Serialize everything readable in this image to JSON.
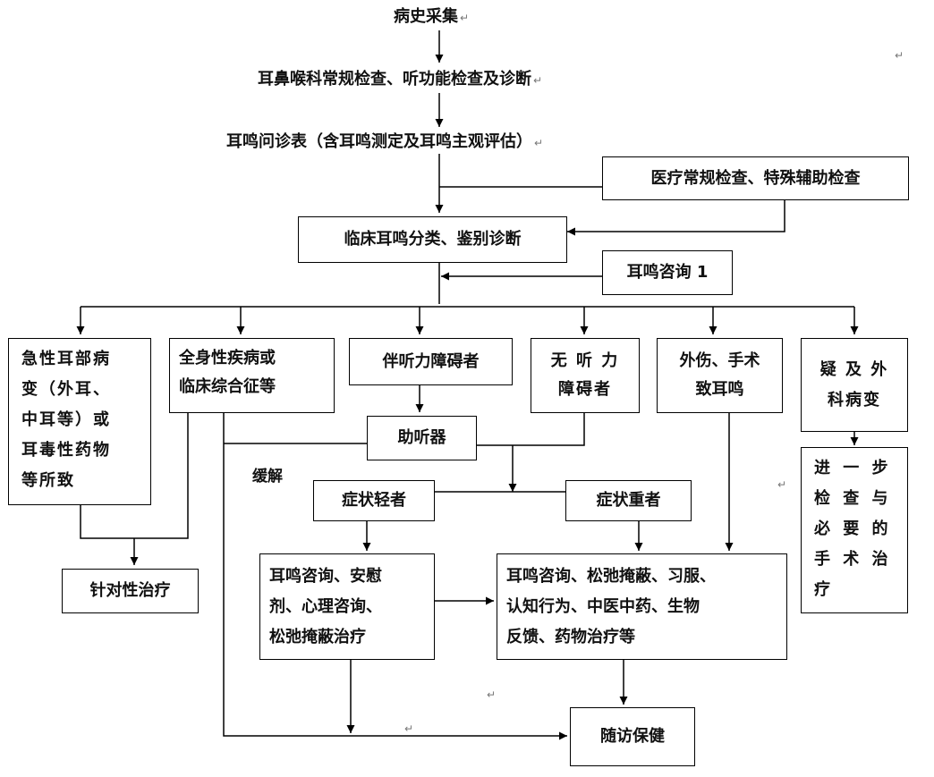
{
  "steps": {
    "history": "病史采集",
    "exam": "耳鼻喉科常规检查、听功能检查及诊断",
    "questionnaire": "耳鸣问诊表（含耳鸣测定及耳鸣主观评估）",
    "aux_exam": "医疗常规检查、特殊辅助检查",
    "classify": "临床耳鸣分类、鉴别诊断",
    "consult1": "耳鸣咨询 1"
  },
  "branches": {
    "acute": "急性耳部病\n变（外耳、\n中耳等）或\n耳毒性药物\n等所致",
    "systemic": "全身性疾病或\n临床综合征等",
    "hearing_loss": "伴听力障碍者",
    "no_hearing_loss": "无 听 力\n障碍者",
    "trauma": "外伤、手术\n致耳鸣",
    "surgical": "疑 及 外\n科病变"
  },
  "treatments": {
    "hearing_aid": "助听器",
    "targeted": "针对性治疗",
    "mild": "症状轻者",
    "severe": "症状重者",
    "mild_therapy": "耳鸣咨询、安慰\n剂、心理咨询、\n松弛掩蔽治疗",
    "severe_therapy": "耳鸣咨询、松弛掩蔽、习服、\n认知行为、中医中药、生物\n反馈、药物治疗等",
    "further_exam": "进 一 步\n检 查 与\n必 要 的\n手 术 治\n疗",
    "followup": "随访保健",
    "relief_note": "缓解"
  },
  "marks": {
    "paragraph": "↵"
  }
}
